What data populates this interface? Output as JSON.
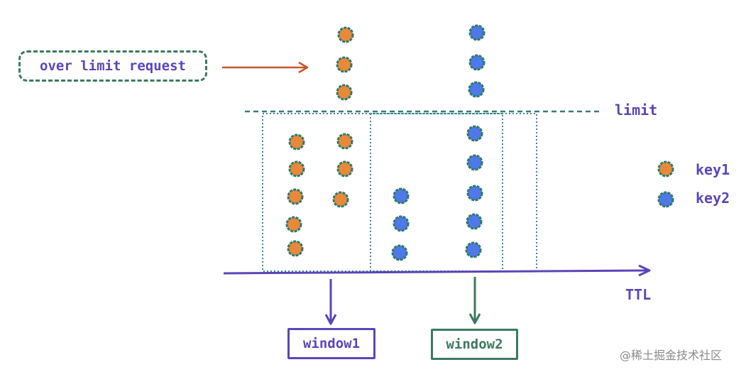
{
  "labels": {
    "over_limit": "over limit request",
    "limit": "limit",
    "ttl": "TTL",
    "window1": "window1",
    "window2": "window2",
    "key1": "key1",
    "key2": "key2"
  },
  "watermark": "@稀土掘金技术社区",
  "colors": {
    "key1": "#e8893a",
    "key2": "#4f78e8",
    "dot_outline": "#2f7a6b",
    "purple": "#5b45b8",
    "green": "#3a7a5e",
    "arrow_orange": "#c8552a"
  }
}
